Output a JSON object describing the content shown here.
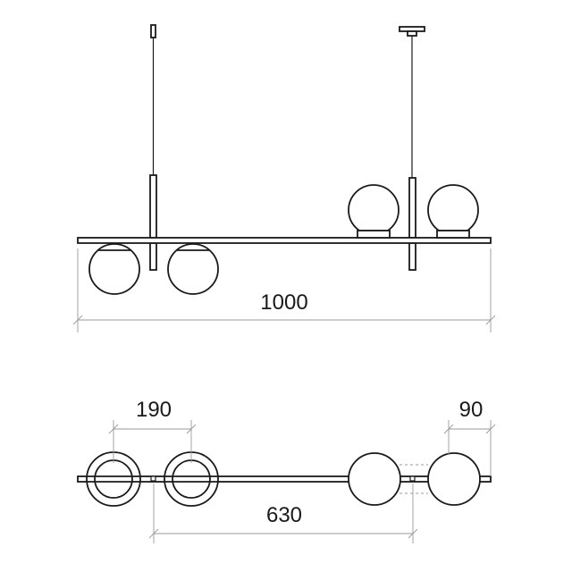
{
  "dimensions": {
    "total_length": "1000",
    "globe_spacing": "190",
    "globe_diameter": "90",
    "canopy_spacing": "630"
  }
}
